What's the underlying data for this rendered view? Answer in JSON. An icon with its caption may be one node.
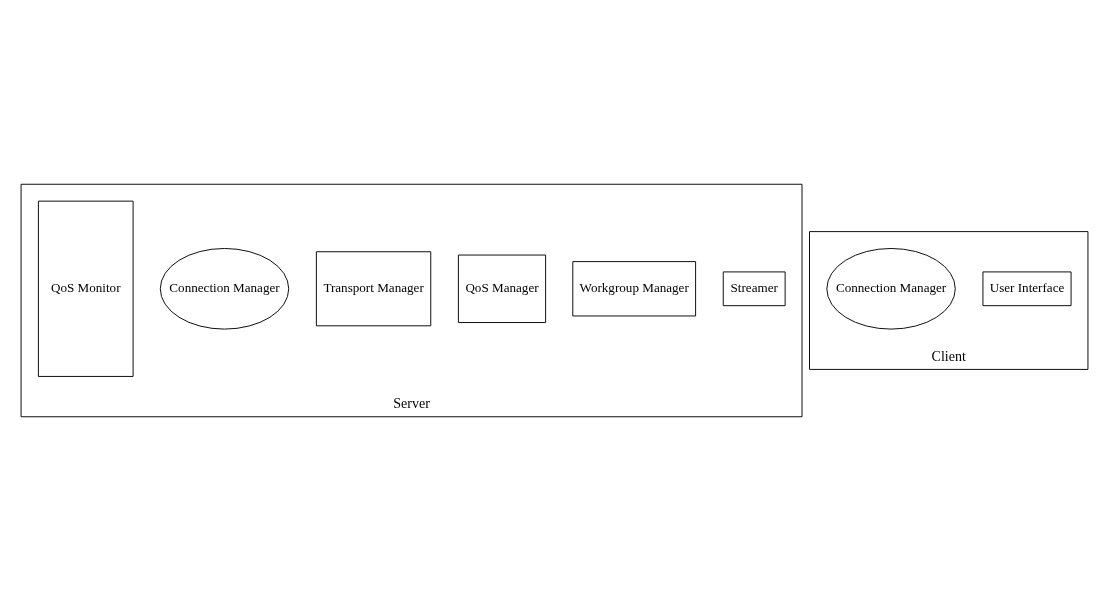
{
  "diagram": {
    "nodes": [
      {
        "text": [
          "Server"
        ]
      },
      {
        "text": [
          "Streamer"
        ],
        "in": 0
      },
      {
        "text": [
          "Workgroup Manager"
        ],
        "in": 0
      },
      {
        "text": [
          "QoS Manager"
        ],
        "in": 0
      },
      {
        "text": [
          "Transport Manager"
        ],
        "in": 0
      },
      {
        "text": [
          "Connection Manager"
        ],
        "in": 0
      },
      {
        "text": [
          "QoS Monitor"
        ],
        "in": 0
      },
      {
        "text": [
          "Client"
        ]
      },
      {
        "text": [
          "User Interface"
        ],
        "in": 7
      },
      {
        "text": [
          "Connection Manager"
        ],
        "in": 7
      }
    ]
  }
}
